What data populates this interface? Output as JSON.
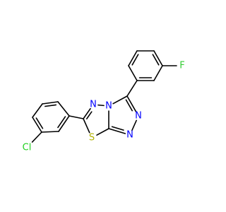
{
  "colors": {
    "background": "#ffffff",
    "bond": "#000000",
    "N": "#0000ff",
    "S": "#b2b200",
    "F": "#33cc33",
    "Cl": "#1fd01f"
  },
  "molecule": {
    "atoms": {
      "F": "F",
      "Cl": "Cl",
      "S": "S",
      "N_thiadiazole": "N",
      "N_bridge": "N",
      "N_triazole_a": "N",
      "N_triazole_b": "N"
    }
  }
}
